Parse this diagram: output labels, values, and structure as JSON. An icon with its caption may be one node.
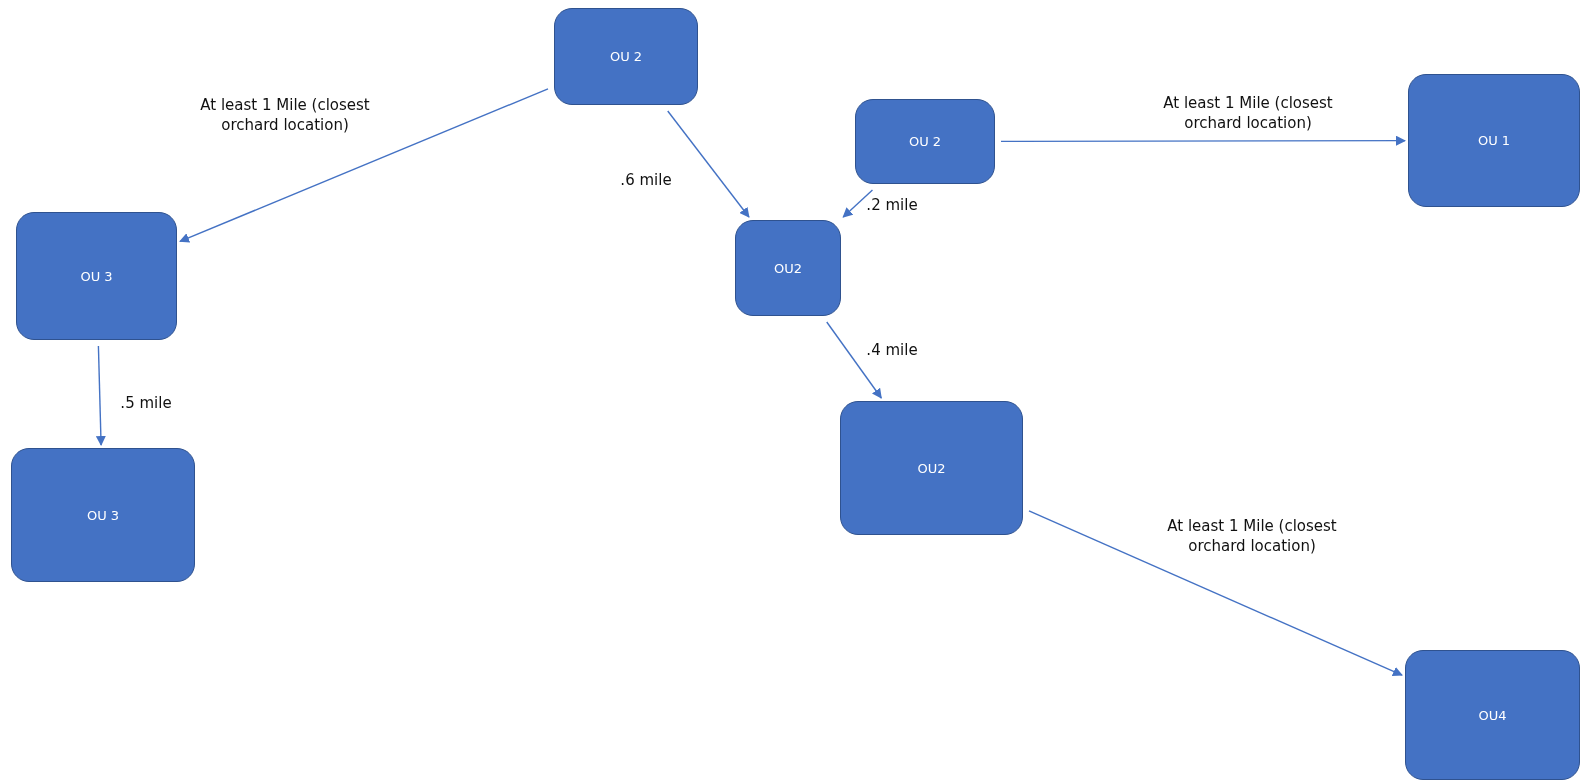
{
  "diagram": {
    "nodes": [
      {
        "text": [
          "OU 2"
        ]
      },
      {
        "text": [
          "OU 2"
        ]
      },
      {
        "text": [
          "OU 1"
        ]
      },
      {
        "text": [
          "OU 3"
        ]
      },
      {
        "text": [
          "OU2"
        ]
      },
      {
        "text": [
          "OU 3"
        ]
      },
      {
        "text": [
          "OU2"
        ]
      },
      {
        "text": [
          "OU4"
        ]
      }
    ],
    "edges": [
      {
        "from": 0,
        "to": 3,
        "arrow": "to",
        "label": "At least 1 Mile (closest orchard location)"
      },
      {
        "from": 0,
        "to": 4,
        "arrow": "to",
        "label": ".6 mile"
      },
      {
        "from": 1,
        "to": 2,
        "arrow": "to",
        "label": "At least 1 Mile (closest orchard location)"
      },
      {
        "from": 1,
        "to": 4,
        "arrow": "to",
        "label": ".2 mile"
      },
      {
        "from": 3,
        "to": 5,
        "arrow": "to",
        "label": ".5 mile"
      },
      {
        "from": 4,
        "to": 6,
        "arrow": "to",
        "label": ".4 mile"
      },
      {
        "from": 6,
        "to": 7,
        "arrow": "to",
        "label": "At least 1 Mile (closest orchard location)"
      }
    ]
  }
}
